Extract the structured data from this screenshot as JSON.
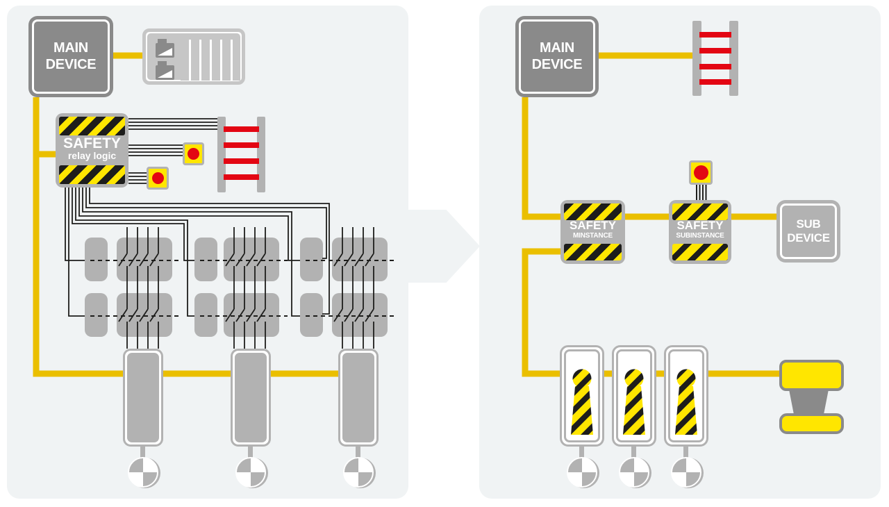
{
  "colors": {
    "panel_bg": "#f0f3f4",
    "device_gray": "#8a8a8a",
    "mid_gray": "#b2b2b2",
    "light_gray": "#c6c6c6",
    "cable_yellow": "#eabf00",
    "hazard_yellow": "#ffe600",
    "signal_red": "#e30613",
    "wire_black": "#1d1d1b"
  },
  "left": {
    "main_device": {
      "line1": "MAIN",
      "line2": "DEVICE"
    },
    "safety_relay": {
      "title": "SAFETY",
      "subtitle": "relay logic"
    }
  },
  "right": {
    "main_device": {
      "line1": "MAIN",
      "line2": "DEVICE"
    },
    "safety_main_instance": {
      "title": "SAFETY",
      "subtitle": "MINSTANCE"
    },
    "safety_sub_instance": {
      "title": "SAFETY",
      "subtitle": "SUBINSTANCE"
    },
    "sub_device": {
      "line1": "SUB",
      "line2": "DEVICE"
    }
  },
  "icons": {
    "emergency_stop": "red-circle-on-yellow",
    "light_curtain": "red-beams-between-gray-bars",
    "motor": "quartered-circle",
    "io_terminal": "slatted-module",
    "safe_drive": "hazard-striped-keyhole",
    "press_tool": "yellow-clamp",
    "transition": "right-arrow"
  }
}
